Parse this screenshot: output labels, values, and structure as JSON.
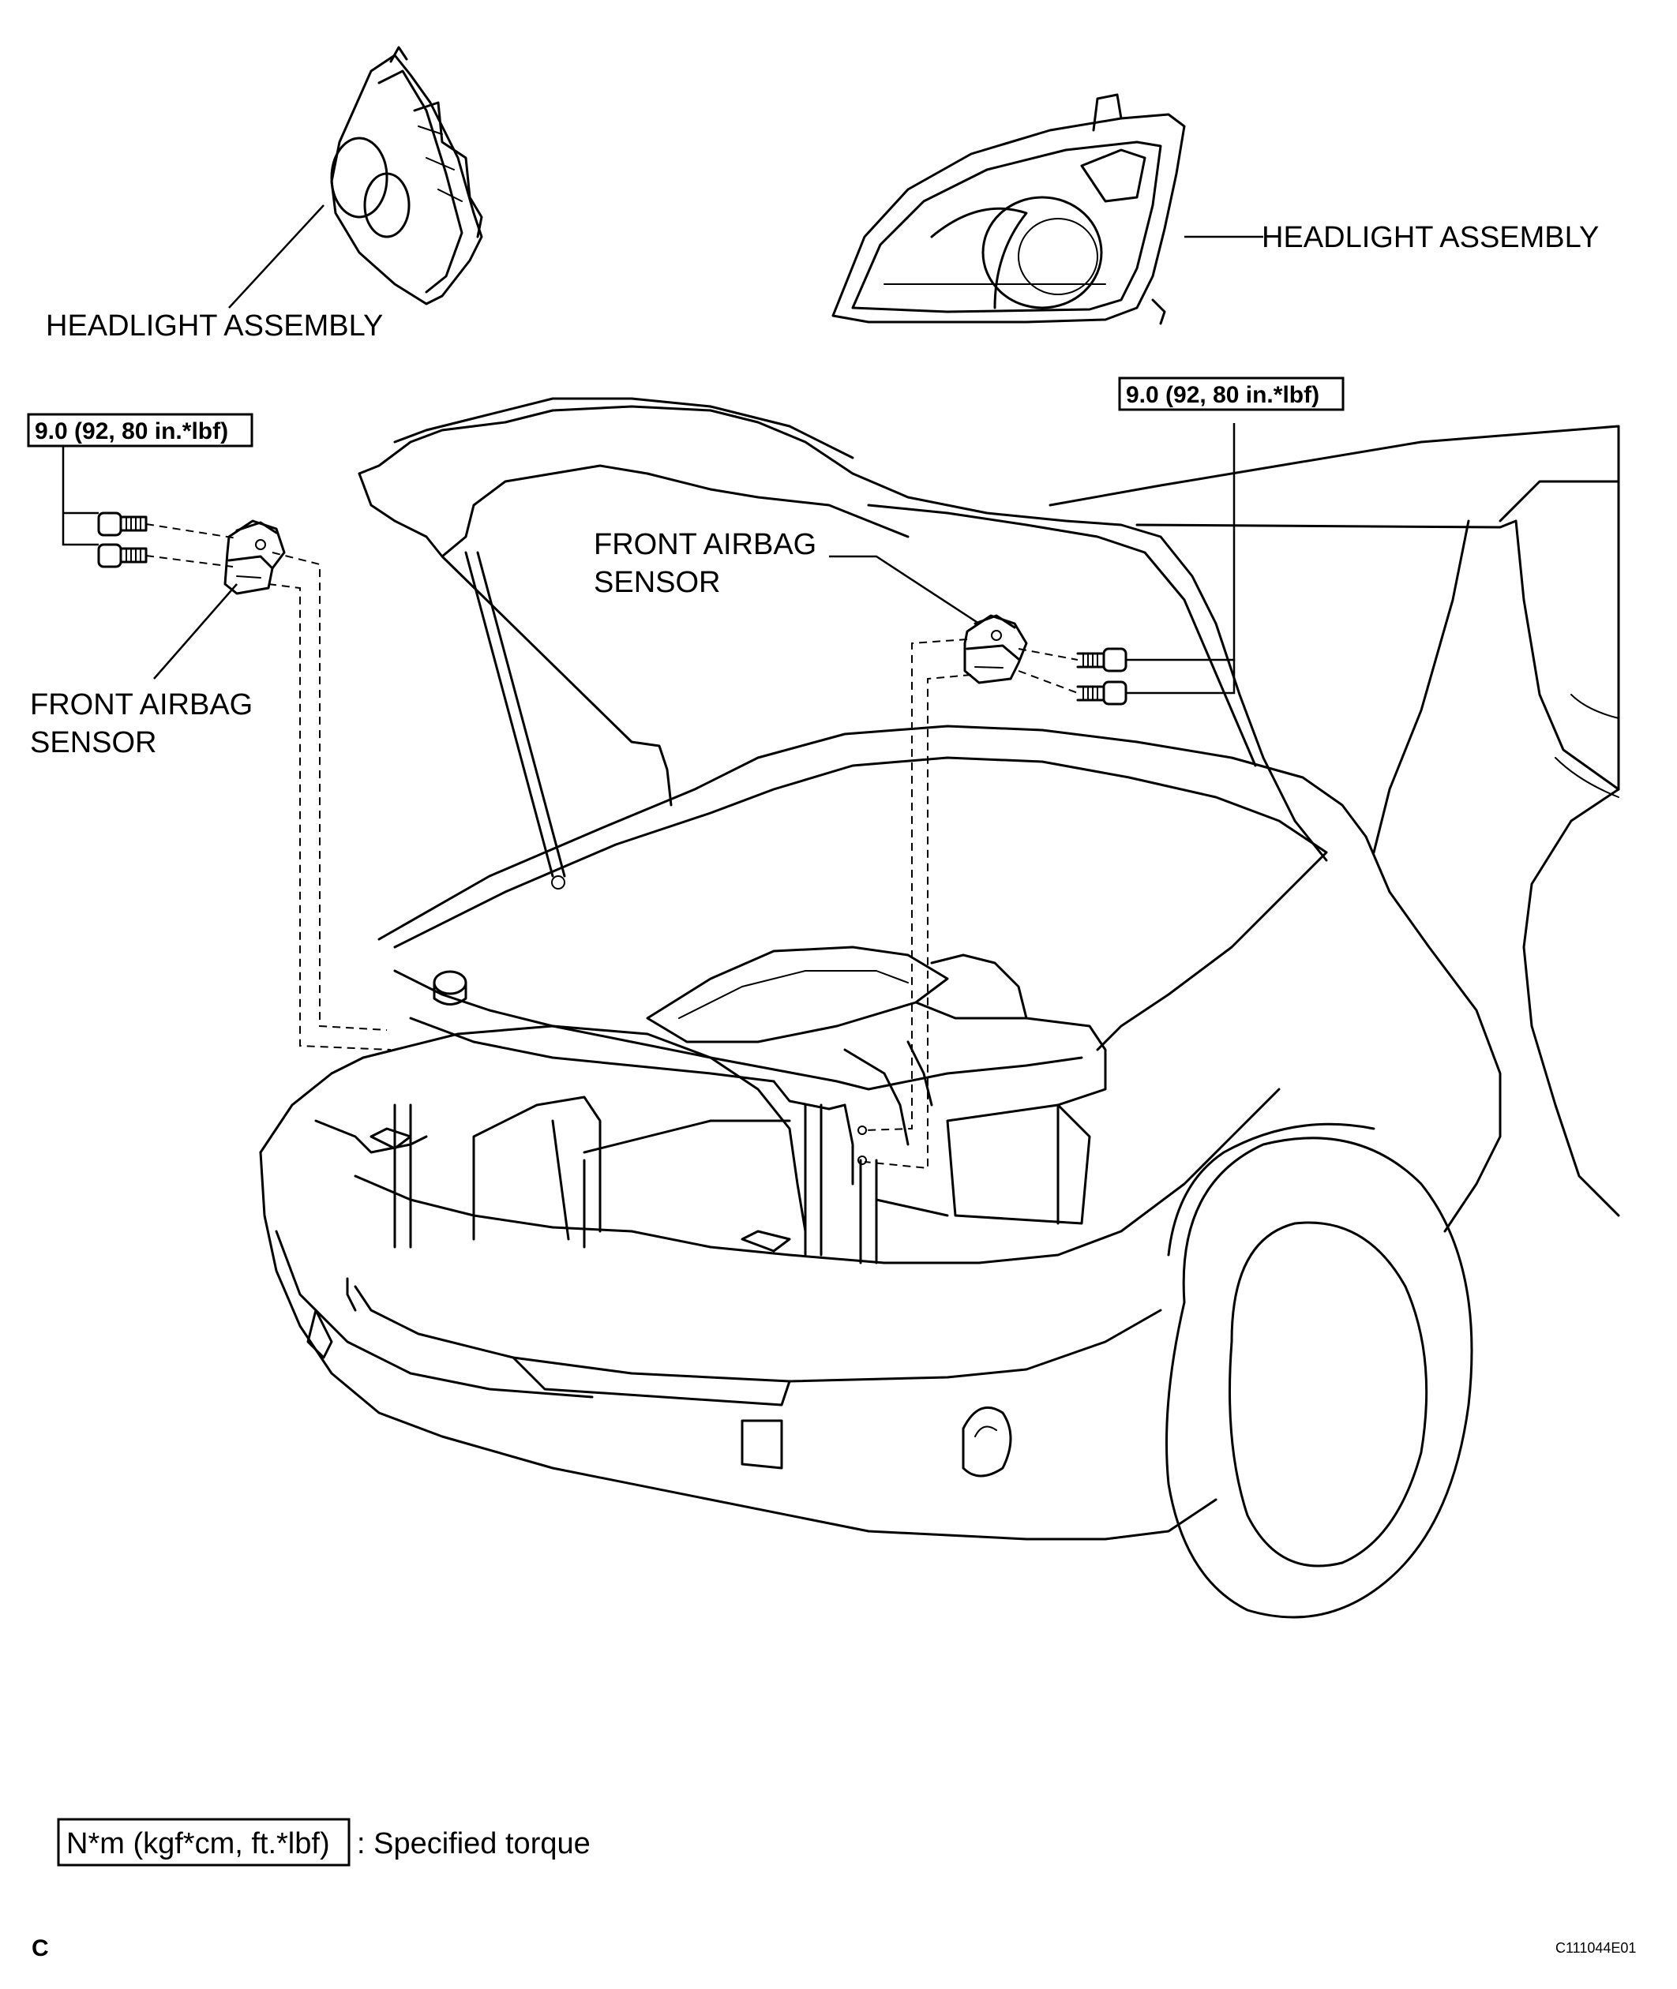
{
  "labels": {
    "headlight_left": "HEADLIGHT ASSEMBLY",
    "headlight_right": "HEADLIGHT ASSEMBLY",
    "sensor_left_line1": "FRONT AIRBAG",
    "sensor_left_line2": "SENSOR",
    "sensor_right_line1": "FRONT AIRBAG",
    "sensor_right_line2": "SENSOR"
  },
  "torque": {
    "left": "9.0 (92, 80 in.*lbf)",
    "right": "9.0 (92, 80 in.*lbf)"
  },
  "legend": {
    "unit_box": "N*m (kgf*cm, ft.*lbf)",
    "description": ": Specified torque"
  },
  "footer": {
    "corner_letter": "C",
    "figure_code": "C111044E01"
  }
}
